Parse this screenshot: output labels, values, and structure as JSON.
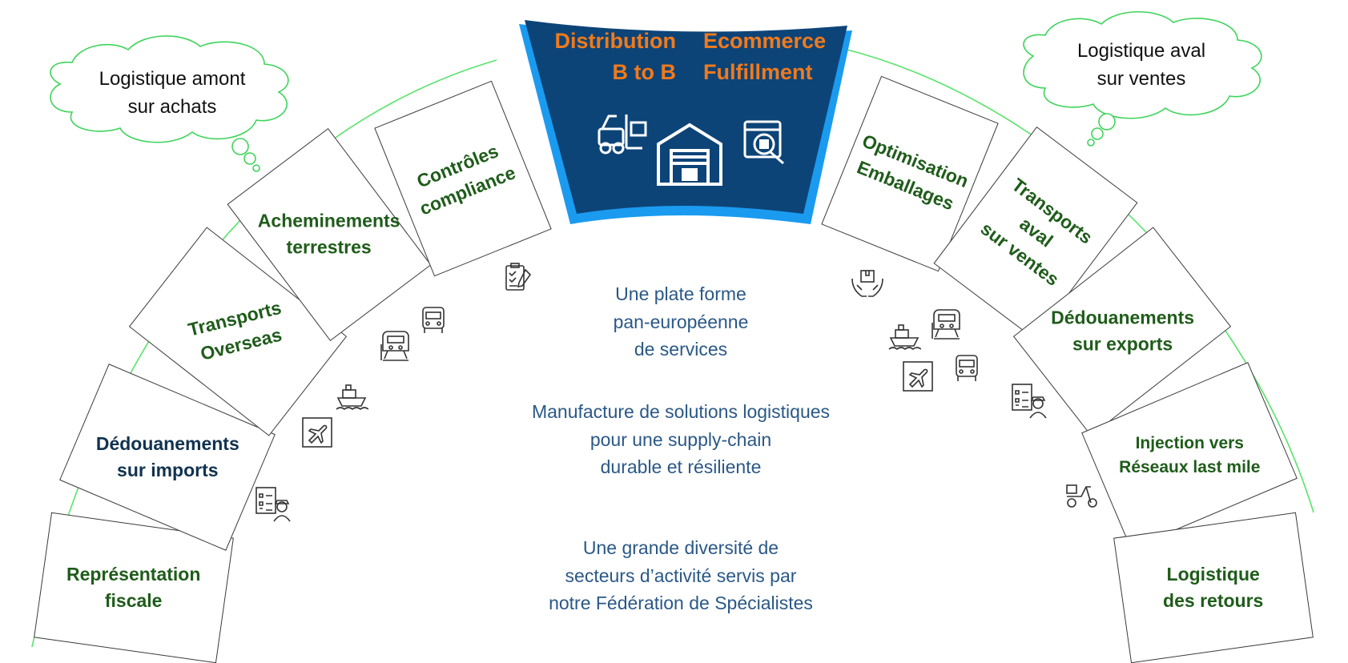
{
  "colors": {
    "navy": "#0d4478",
    "hub_border": "#1a9bf0",
    "orange": "#f07a1c",
    "green_text": "#1f5c1a",
    "navy_text": "#11324f",
    "cloud_outline": "#3ed45a",
    "arc": "#58e36a",
    "center_text": "#2a5887"
  },
  "hub": {
    "left_label": [
      "Distribution",
      "B to B"
    ],
    "right_label": [
      "Ecommerce",
      "Fulfillment"
    ],
    "icons": [
      "forklift-icon",
      "warehouse-icon",
      "package-inspection-icon"
    ]
  },
  "clouds": {
    "upstream": [
      "Logistique amont",
      "sur achats"
    ],
    "downstream": [
      "Logistique aval",
      "sur ventes"
    ]
  },
  "segments_left": [
    {
      "label": [
        "Représentation",
        "fiscale"
      ]
    },
    {
      "label": [
        "Dédouanements",
        "sur imports"
      ]
    },
    {
      "label": [
        "Transports",
        "Overseas"
      ]
    },
    {
      "label": [
        "Acheminements",
        "terrestres"
      ]
    },
    {
      "label": [
        "Contrôles",
        "compliance"
      ]
    }
  ],
  "segments_right": [
    {
      "label": [
        "Optimisation",
        "Emballages"
      ]
    },
    {
      "label": [
        "Transports",
        "aval",
        "sur ventes"
      ]
    },
    {
      "label": [
        "Dédouanements",
        "sur exports"
      ]
    },
    {
      "label": [
        "Injection vers",
        "Réseaux last mile"
      ]
    },
    {
      "label": [
        "Logistique",
        "des retours"
      ]
    }
  ],
  "center": {
    "block1": [
      "Une plate forme",
      "pan-européenne",
      "de services"
    ],
    "block2": [
      "Manufacture de solutions logistiques",
      "pour une supply-chain",
      "durable et résiliente"
    ],
    "block3": [
      "Une grande diversité de",
      "secteurs d’activité servis par",
      "notre Fédération de Spécialistes"
    ]
  },
  "small_icons": [
    "checklist-icon",
    "truck-icon",
    "train-icon",
    "ship-icon",
    "airplane-icon",
    "customs-officer-icon",
    "box-in-hands-icon",
    "ship-icon",
    "train-icon",
    "truck-icon",
    "airplane-icon",
    "customs-officer-icon",
    "scooter-delivery-icon"
  ],
  "return_arrow": "arrow-up-icon"
}
